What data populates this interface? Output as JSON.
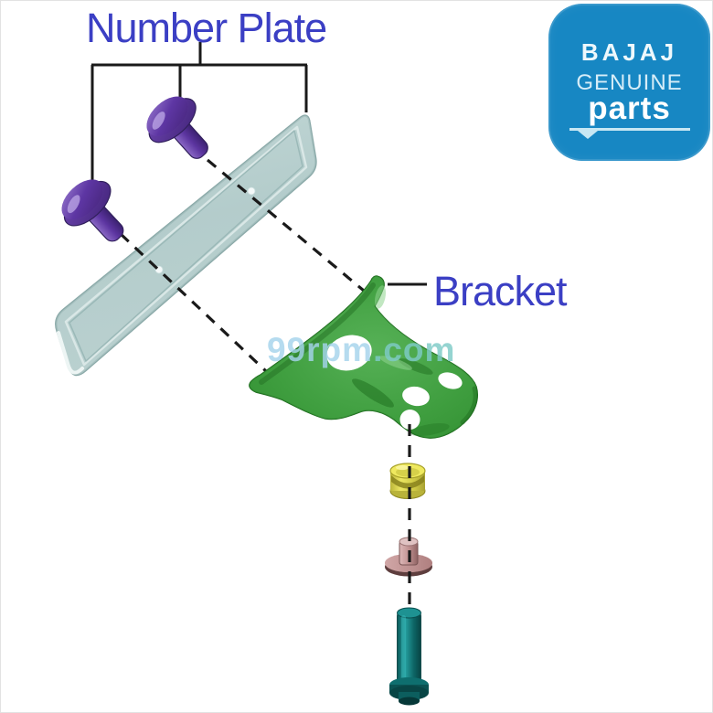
{
  "image": {
    "background": "#ffffff",
    "border_color": "#e2e2e2",
    "line_color": "#1a1a1a"
  },
  "callouts": {
    "number_plate": "Number Plate",
    "bracket": "Bracket",
    "text_color": "#3b3fc4"
  },
  "watermark": {
    "main": "99rpm",
    "suffix": ".com",
    "main_color": "#a5d4ec",
    "suffix_color": "#7ecbc7"
  },
  "logo": {
    "brand": "BAJAJ",
    "subtitle": "GENUINE",
    "product": "parts",
    "bg_color": "#1787c3",
    "brand_color": "#eef8fc",
    "subtitle_color": "#d6edf8",
    "product_color": "#ffffff",
    "underline_color": "#c7e7f3"
  },
  "parts": {
    "number_plate": {
      "label": "number plate",
      "color": "#b6cecd"
    },
    "screw": {
      "label": "number plate screw",
      "color": "#6b40a9"
    },
    "bracket": {
      "label": "bracket",
      "color": "#3f9e3f"
    },
    "grommet": {
      "label": "grommet",
      "color": "#e3dc55"
    },
    "rivet": {
      "label": "rivet",
      "color": "#c09191"
    },
    "bolt": {
      "label": "bolt",
      "color": "#107575"
    }
  }
}
